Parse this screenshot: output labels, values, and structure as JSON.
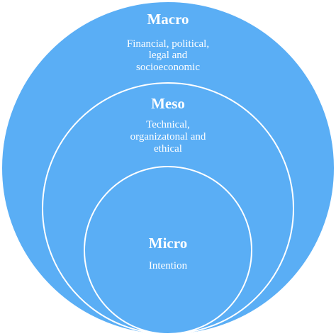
{
  "diagram": {
    "fill_color": "#5aaef5",
    "stroke_color": "#ffffff",
    "outer": {
      "title": "Macro",
      "lines": [
        "Financial, political,",
        "legal and",
        "socioeconomic"
      ]
    },
    "middle": {
      "title": "Meso",
      "lines": [
        "Technical,",
        "organizatonal and",
        "ethical"
      ]
    },
    "inner": {
      "title": "Micro",
      "lines": [
        "Intention"
      ]
    }
  }
}
